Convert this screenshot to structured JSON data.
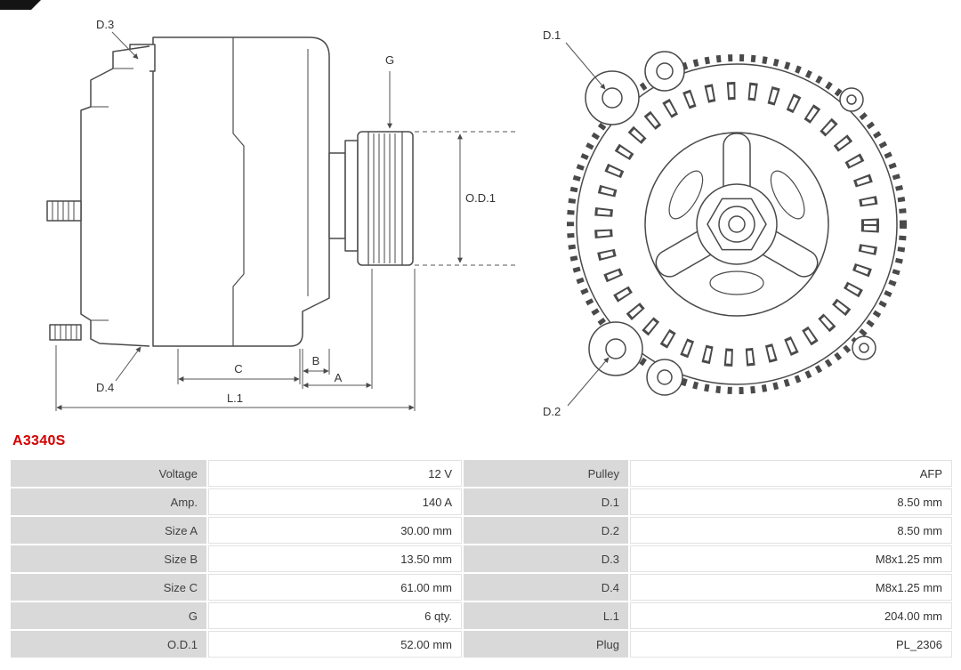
{
  "part_number": "A3340S",
  "diagram": {
    "labels": {
      "d3": "D.3",
      "d4": "D.4",
      "g": "G",
      "od1": "O.D.1",
      "c": "C",
      "b": "B",
      "a": "A",
      "l1": "L.1",
      "d1": "D.1",
      "d2": "D.2"
    }
  },
  "specs": {
    "rows": [
      {
        "label_left": "Voltage",
        "value_left": "12 V",
        "label_right": "Pulley",
        "value_right": "AFP"
      },
      {
        "label_left": "Amp.",
        "value_left": "140 A",
        "label_right": "D.1",
        "value_right": "8.50 mm"
      },
      {
        "label_left": "Size A",
        "value_left": "30.00 mm",
        "label_right": "D.2",
        "value_right": "8.50 mm"
      },
      {
        "label_left": "Size B",
        "value_left": "13.50 mm",
        "label_right": "D.3",
        "value_right": "M8x1.25 mm"
      },
      {
        "label_left": "Size C",
        "value_left": "61.00 mm",
        "label_right": "D.4",
        "value_right": "M8x1.25 mm"
      },
      {
        "label_left": "G",
        "value_left": "6 qty.",
        "label_right": "L.1",
        "value_right": "204.00 mm"
      },
      {
        "label_left": "O.D.1",
        "value_left": "52.00 mm",
        "label_right": "Plug",
        "value_right": "PL_2306"
      }
    ]
  },
  "colors": {
    "accent_red": "#d10000",
    "cell_gray": "#d9d9d9",
    "line_color": "#4a4a4a"
  }
}
